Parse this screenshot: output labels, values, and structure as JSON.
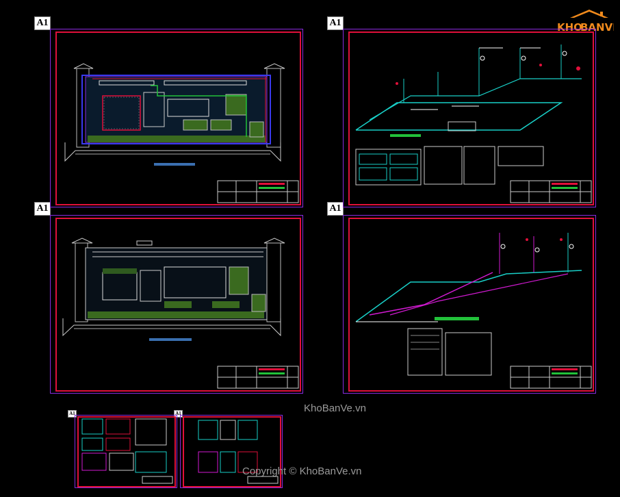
{
  "sheet_label": "A1",
  "watermark_center": "KhoBanVe.vn",
  "watermark_copyright": "Copyright © KhoBanVe.vn",
  "logo": {
    "prefix": "KHO",
    "suffix": "BANVE"
  },
  "colors": {
    "frame_outer": "#8a2be2",
    "frame_inner": "#e0103a",
    "accent_green": "#22c13a",
    "pipe_cyan": "#19d0c8",
    "pipe_magenta": "#d21ad2"
  }
}
